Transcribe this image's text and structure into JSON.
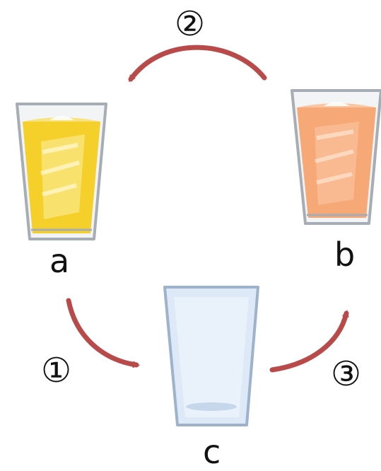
{
  "labels": {
    "a": "a",
    "b": "b",
    "c": "c"
  },
  "steps": {
    "one": "①",
    "two": "②",
    "three": "③"
  },
  "colors": {
    "arrow": "#b94a4a",
    "juice_yellow": "#f5cf2a",
    "juice_orange": "#f7a877",
    "glass_empty": "#dde9f7",
    "glass_outline": "#9aa3ad"
  }
}
